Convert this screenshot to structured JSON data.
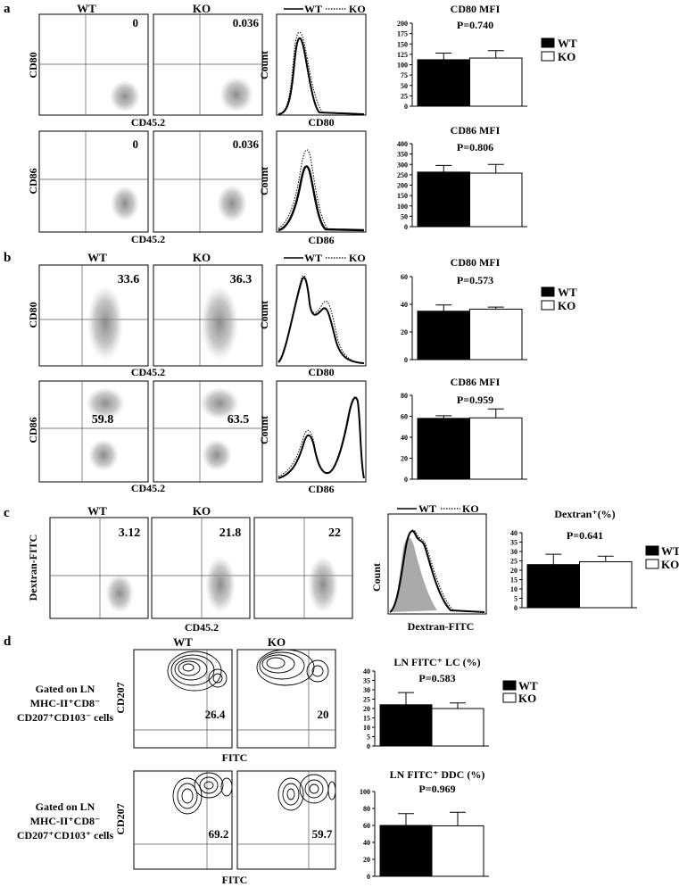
{
  "panel_letters": [
    "a",
    "b",
    "c",
    "d"
  ],
  "colors": {
    "wt_fill": "#000000",
    "ko_fill": "#ffffff",
    "iso_fill": "#aaaaaa",
    "dot": "#8a8a8a"
  },
  "a": {
    "headers": {
      "wt": "WT",
      "ko": "KO"
    },
    "legend_line": {
      "wt": "WT",
      "ko": "KO"
    },
    "row1": {
      "ylabel": "CD80",
      "xlabel": "CD45.2",
      "wt_value": "0",
      "ko_value": "0.036",
      "hist_xlabel": "CD80",
      "hist_ylabel": "Count"
    },
    "row2": {
      "ylabel": "CD86",
      "xlabel": "CD45.2",
      "wt_value": "0",
      "ko_value": "0.036",
      "hist_xlabel": "CD86",
      "hist_ylabel": "Count"
    },
    "legend_box": {
      "wt": "WT",
      "ko": "KO"
    }
  },
  "b": {
    "headers": {
      "wt": "WT",
      "ko": "KO"
    },
    "legend_line": {
      "wt": "WT",
      "ko": "KO"
    },
    "row1": {
      "ylabel": "CD80",
      "xlabel": "CD45.2",
      "wt_value": "33.6",
      "ko_value": "36.3",
      "hist_xlabel": "CD80",
      "hist_ylabel": "Count"
    },
    "row2": {
      "ylabel": "CD86",
      "xlabel": "CD45.2",
      "wt_value": "59.8",
      "ko_value": "63.5",
      "hist_xlabel": "CD86",
      "hist_ylabel": "Count"
    },
    "legend_box": {
      "wt": "WT",
      "ko": "KO"
    }
  },
  "c": {
    "headers": {
      "wt": "WT",
      "ko": "KO"
    },
    "legend_line": {
      "wt": "WT",
      "ko": "KO"
    },
    "ylabel": "Dextran-FITC",
    "xlabel": "CD45.2",
    "values": [
      "3.12",
      "21.8",
      "22"
    ],
    "hist_xlabel": "Dextran-FITC",
    "hist_ylabel": "Count",
    "legend_box": {
      "wt": "WT",
      "ko": "KO"
    }
  },
  "d": {
    "headers": {
      "wt": "WT",
      "ko": "KO"
    },
    "row1": {
      "gate_line1": "Gated on LN",
      "gate_line2": "MHC-II⁺CD8⁻",
      "gate_line3": "CD207⁺CD103⁻ cells",
      "ylabel": "CD207",
      "xlabel": "FITC",
      "wt_value": "26.4",
      "ko_value": "20"
    },
    "row2": {
      "gate_line1": "Gated on LN",
      "gate_line2": "MHC-II⁺CD8⁻",
      "gate_line3": "CD207⁺CD103⁺ cells",
      "ylabel": "CD207",
      "xlabel": "FITC",
      "wt_value": "69.2",
      "ko_value": "59.7"
    },
    "legend_box": {
      "wt": "WT",
      "ko": "KO"
    }
  },
  "chart_data": [
    {
      "id": "a_cd80",
      "type": "bar",
      "title": "CD80 MFI",
      "pvalue": "P=0.740",
      "categories": [
        "WT",
        "KO"
      ],
      "values": [
        112,
        116
      ],
      "errors": [
        16,
        18
      ],
      "ylim": [
        0,
        200
      ],
      "yticks": [
        0,
        25,
        50,
        75,
        100,
        125,
        150,
        175,
        200
      ]
    },
    {
      "id": "a_cd86",
      "type": "bar",
      "title": "CD86 MFI",
      "pvalue": "P=0.806",
      "categories": [
        "WT",
        "KO"
      ],
      "values": [
        263,
        258
      ],
      "errors": [
        32,
        42
      ],
      "ylim": [
        0,
        400
      ],
      "yticks": [
        0,
        50,
        100,
        150,
        200,
        250,
        300,
        350,
        400
      ]
    },
    {
      "id": "b_cd80",
      "type": "bar",
      "title": "CD80 MFI",
      "pvalue": "P=0.573",
      "categories": [
        "WT",
        "KO"
      ],
      "values": [
        35,
        36.5
      ],
      "errors": [
        4.5,
        1.5
      ],
      "ylim": [
        0,
        60
      ],
      "yticks": [
        0,
        20,
        40,
        60
      ]
    },
    {
      "id": "b_cd86",
      "type": "bar",
      "title": "CD86 MFI",
      "pvalue": "P=0.959",
      "categories": [
        "WT",
        "KO"
      ],
      "values": [
        58,
        58.5
      ],
      "errors": [
        2.5,
        8.5
      ],
      "ylim": [
        0,
        80
      ],
      "yticks": [
        0,
        20,
        40,
        60,
        80
      ]
    },
    {
      "id": "c_dex",
      "type": "bar",
      "title": "Dextran⁺(%)",
      "pvalue": "P=0.641",
      "categories": [
        "WT",
        "KO"
      ],
      "values": [
        23,
        24.5
      ],
      "errors": [
        5.5,
        3
      ],
      "ylim": [
        0,
        40
      ],
      "yticks": [
        0,
        5,
        10,
        15,
        20,
        25,
        30,
        35,
        40
      ]
    },
    {
      "id": "d_lc",
      "type": "bar",
      "title": "LN FITC⁺ LC (%)",
      "pvalue": "P=0.583",
      "categories": [
        "WT",
        "KO"
      ],
      "values": [
        22,
        20
      ],
      "errors": [
        6.5,
        3
      ],
      "ylim": [
        0,
        40
      ],
      "yticks": [
        0,
        5,
        10,
        15,
        20,
        25,
        30,
        35,
        40
      ]
    },
    {
      "id": "d_ddc",
      "type": "bar",
      "title": "LN FITC⁺ DDC (%)",
      "pvalue": "P=0.969",
      "categories": [
        "WT",
        "KO"
      ],
      "values": [
        60,
        59.5
      ],
      "errors": [
        14,
        16
      ],
      "ylim": [
        0,
        100
      ],
      "yticks": [
        0,
        20,
        40,
        60,
        80,
        100
      ]
    }
  ]
}
